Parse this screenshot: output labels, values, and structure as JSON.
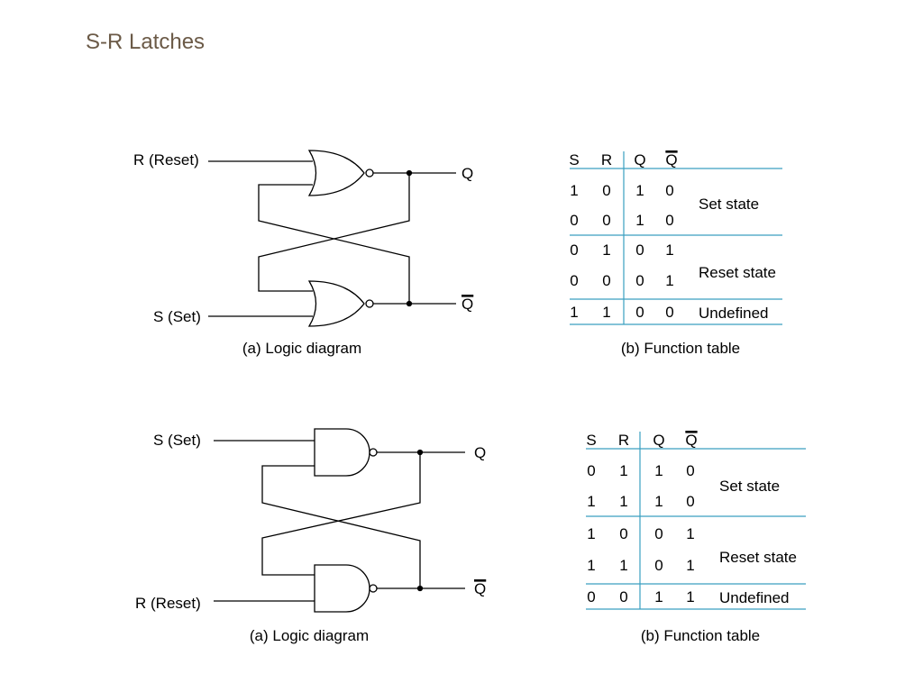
{
  "slide": {
    "title": "S-R  Latches"
  },
  "nor_latch": {
    "input_top": "R (Reset)",
    "input_bottom": "S (Set)",
    "output_top": "Q",
    "output_bottom": "Q",
    "caption": "(a) Logic diagram"
  },
  "nor_table": {
    "headers": [
      "S",
      "R",
      "Q",
      "Q"
    ],
    "rows": [
      [
        "1",
        "0",
        "1",
        "0"
      ],
      [
        "0",
        "0",
        "1",
        "0"
      ],
      [
        "0",
        "1",
        "0",
        "1"
      ],
      [
        "0",
        "0",
        "0",
        "1"
      ],
      [
        "1",
        "1",
        "0",
        "0"
      ]
    ],
    "states": [
      "Set state",
      "Reset state",
      "Undefined"
    ],
    "caption": "(b) Function table"
  },
  "nand_latch": {
    "input_top": "S (Set)",
    "input_bottom": "R (Reset)",
    "output_top": "Q",
    "output_bottom": "Q",
    "caption": "(a) Logic diagram"
  },
  "nand_table": {
    "headers": [
      "S",
      "R",
      "Q",
      "Q"
    ],
    "rows": [
      [
        "0",
        "1",
        "1",
        "0"
      ],
      [
        "1",
        "1",
        "1",
        "0"
      ],
      [
        "1",
        "0",
        "0",
        "1"
      ],
      [
        "1",
        "1",
        "0",
        "1"
      ],
      [
        "0",
        "0",
        "1",
        "1"
      ]
    ],
    "states": [
      "Set state",
      "Reset state",
      "Undefined"
    ],
    "caption": "(b) Function table"
  },
  "colors": {
    "title": "#6b5a47",
    "table_rule": "#3a9fc0",
    "wire": "#000000"
  }
}
